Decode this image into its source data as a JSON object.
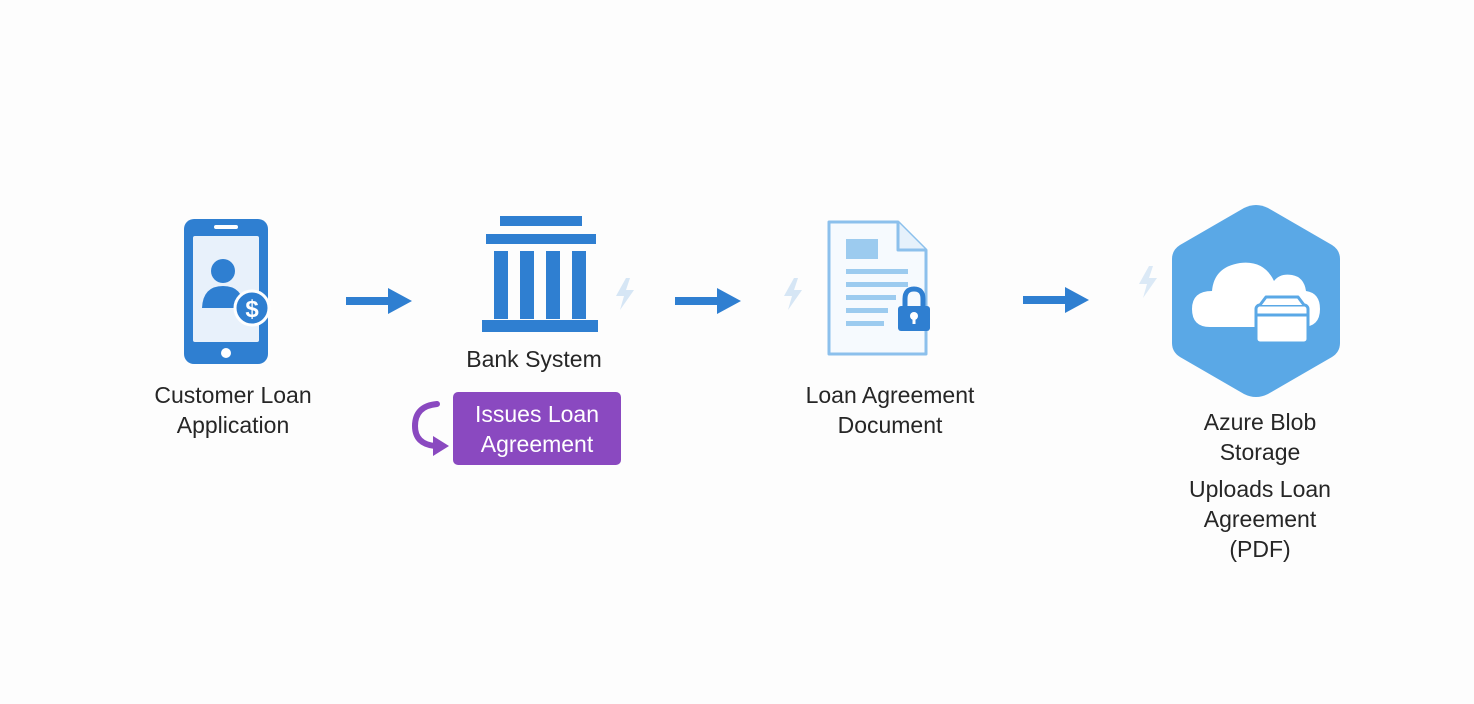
{
  "nodes": {
    "customer": {
      "icon": "smartphone-user-dollar-icon",
      "label_lines": [
        "Customer Loan",
        "Application"
      ]
    },
    "bank": {
      "icon": "bank-building-icon",
      "label": "Bank System",
      "action_badge": {
        "icon": "loop-arrow-icon",
        "lines": [
          "Issues Loan",
          "Agreement"
        ]
      }
    },
    "document": {
      "icon": "locked-document-icon",
      "label_lines": [
        "Loan Agreement",
        "Document"
      ]
    },
    "storage": {
      "icon": "azure-blob-cloud-hexagon-icon",
      "label_lines": [
        "Azure Blob",
        "Storage"
      ],
      "action_lines": [
        "Uploads Loan",
        "Agreement",
        "(PDF)"
      ]
    }
  },
  "connectors": [
    {
      "from": "customer",
      "to": "bank",
      "icon": "arrow-right-icon"
    },
    {
      "from": "bank",
      "to": "document",
      "icon": "arrow-right-icon"
    },
    {
      "from": "document",
      "to": "storage",
      "icon": "arrow-right-icon"
    }
  ],
  "colors": {
    "primary_blue": "#2f7fd1",
    "light_blue": "#5aa8e6",
    "purple": "#8a49c0",
    "text": "#262626"
  }
}
